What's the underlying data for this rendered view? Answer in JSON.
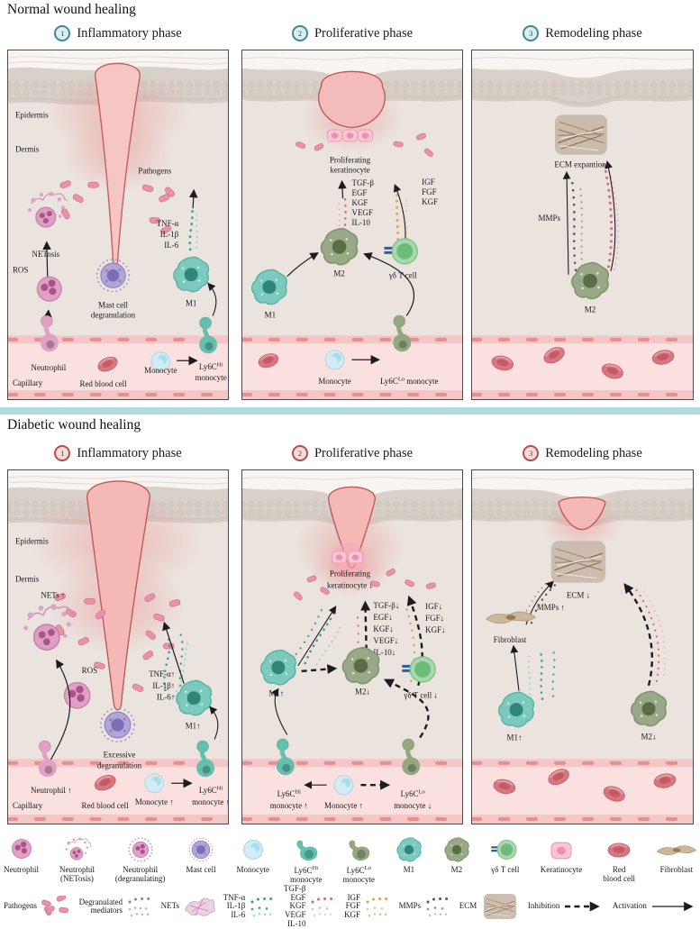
{
  "sections": {
    "normal": {
      "title": "Normal wound healing",
      "phases": [
        {
          "num": "1",
          "label": "Inflammatory phase"
        },
        {
          "num": "2",
          "label": "Proliferative phase"
        },
        {
          "num": "3",
          "label": "Remodeling phase"
        }
      ]
    },
    "diabetic": {
      "title": "Diabetic wound healing",
      "phases": [
        {
          "num": "1",
          "label": "Inflammatory phase"
        },
        {
          "num": "2",
          "label": "Proliferative phase"
        },
        {
          "num": "3",
          "label": "Remodeling phase"
        }
      ]
    }
  },
  "p": {
    "n1": {
      "epidermis": "Epidermis",
      "dermis": "Dermis",
      "pathogens": "Pathogens",
      "netosis": "NETosis",
      "ros": "ROS",
      "mast1": "Mast cell",
      "mast2": "degranulation",
      "c1": "TNF-α",
      "c2": "IL-1β",
      "c3": "IL-6",
      "m1": "M1",
      "neut": "Neutrophil",
      "cap": "Capillary",
      "rbc": "Red blood cell",
      "mono": "Monocyte",
      "ly": "Ly6C",
      "lys": "Hi",
      "ly2": "monocyte"
    },
    "n2": {
      "k1": "Proliferating",
      "k2": "keratinocyte",
      "g1": "TGF-β",
      "g2": "EGF",
      "g3": "KGF",
      "g4": "VEGF",
      "g5": "IL-10",
      "f1": "IGF",
      "f2": "FGF",
      "f3": "KGF",
      "m1": "M1",
      "m2": "M2",
      "gdt": "γδ T cell",
      "mono": "Monocyte",
      "ly": "Ly6C",
      "lys": "Lo",
      "ly2": " monocyte"
    },
    "n3": {
      "ecm": "ECM expantion",
      "mmps": "MMPs",
      "m2": "M2"
    },
    "d1": {
      "epidermis": "Epidermis",
      "dermis": "Dermis",
      "nets": "NETs ↑",
      "ros": "ROS",
      "exc1": "Excessive",
      "exc2": "degranulation",
      "c1": "TNF-α↑",
      "c2": "IL-1β↑",
      "c3": "IL-6↑",
      "m1": "M1↑",
      "neut": "Neutrophil ↑",
      "cap": "Capillary",
      "rbc": "Red blood cell",
      "mono": "Monocyte ↑",
      "ly": "Ly6C",
      "lys": "Hi",
      "ly2": "monocyte ↑"
    },
    "d2": {
      "k1": "Proliferating",
      "k2": "keratinocyte ↓",
      "g1": "TGF-β↓",
      "g2": "EGF↓",
      "g3": "KGF↓",
      "g4": "VEGF↓",
      "g5": "IL-10↓",
      "f1": "IGF↓",
      "f2": "FGF↓",
      "f3": "KGF↓",
      "m1": "M1↑",
      "m2": "M2↓",
      "gdt": "γδ T cell ↓",
      "lyh": "Ly6C",
      "lyhs": "Hi",
      "lyh2": "monocyte ↑",
      "mono": "Monocyte ↑",
      "lyl": "Ly6C",
      "lyls": "Lo",
      "lyl2": "monocyte ↓"
    },
    "d3": {
      "ecm": "ECM ↓",
      "mmps": "MMPs ↑",
      "fib": "Fibroblast",
      "m1": "M1↑",
      "m2": "M2↓"
    }
  },
  "legend": {
    "cells": [
      {
        "l1": "Neutrophil",
        "l2": ""
      },
      {
        "l1": "Neutrophil",
        "l2": "(NETosis)"
      },
      {
        "l1": "Neutrophil",
        "l2": "(degranulating)"
      },
      {
        "l1": "Mast cell",
        "l2": ""
      },
      {
        "l1": "Monocyte",
        "l2": ""
      },
      {
        "base": "Ly6C",
        "sup": "Hi",
        "l2": "monocyte"
      },
      {
        "base": "Ly6C",
        "sup": "Lo",
        "l2": "monocyte"
      },
      {
        "l1": "M1",
        "l2": ""
      },
      {
        "l1": "M2",
        "l2": ""
      },
      {
        "l1": "γδ T cell",
        "l2": ""
      },
      {
        "l1": "Keratinocyte",
        "l2": ""
      },
      {
        "l1": "Red",
        "l2": "blood cell"
      },
      {
        "l1": "Fibroblast",
        "l2": ""
      }
    ],
    "mol": {
      "pathogens": "Pathogens",
      "deg1": "Degranulated",
      "deg2": "mediators",
      "nets": "NETs",
      "c1": "TNF-α",
      "c2": "IL-1β",
      "c3": "IL-6",
      "g1": "TGF-β",
      "g2": "EGF",
      "g3": "KGF",
      "g4": "VEGF",
      "g5": "IL-10",
      "f1": "IGF",
      "f2": "FGF",
      "f3": "KGF",
      "mmps": "MMPs",
      "ecm": "ECM",
      "inhibition": "Inhibition",
      "activation": "Activation"
    }
  }
}
